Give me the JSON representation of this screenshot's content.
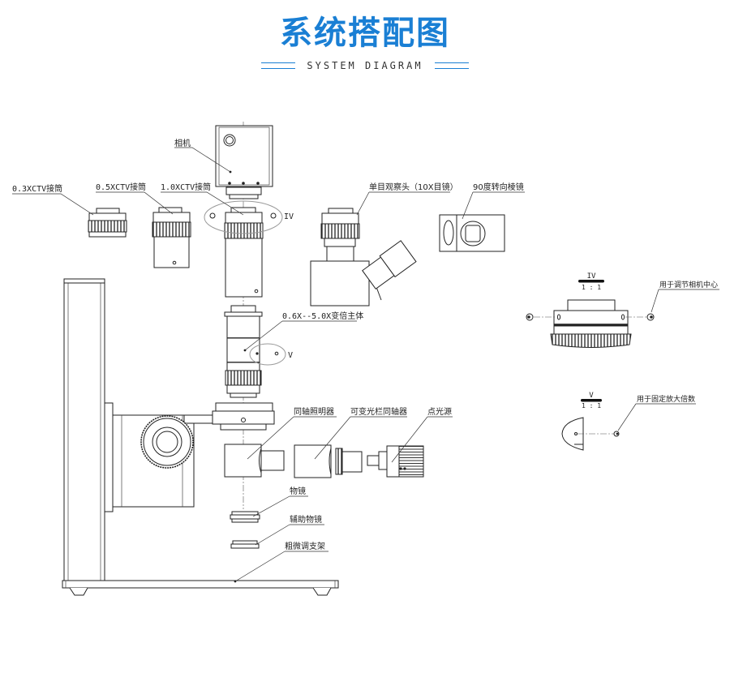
{
  "header": {
    "title": "系统搭配图",
    "subtitle": "SYSTEM DIAGRAM",
    "accent_color": "#1a7fd4"
  },
  "labels": {
    "camera": "相机",
    "ctv03": "0.3XCTV接筒",
    "ctv05": "0.5XCTV接筒",
    "ctv10": "1.0XCTV接筒",
    "mono_head": "单目观察头（10X目镜）",
    "prism90": "90度转向棱镜",
    "zoom_body": "0.6X--5.0X变倍主体",
    "coax_illum": "同轴照明器",
    "var_iris": "可变光栏同轴器",
    "point_source": "点光源",
    "objective": "物镜",
    "aux_objective": "辅助物镜",
    "stand": "粗微调支架",
    "callout_iv": "IV",
    "callout_v": "V"
  },
  "details": {
    "iv": {
      "mark": "IV",
      "scale": "1 : 1",
      "note": "用于调节相机中心"
    },
    "v": {
      "mark": "V",
      "scale": "1 : 1",
      "note": "用于固定放大倍数"
    }
  }
}
